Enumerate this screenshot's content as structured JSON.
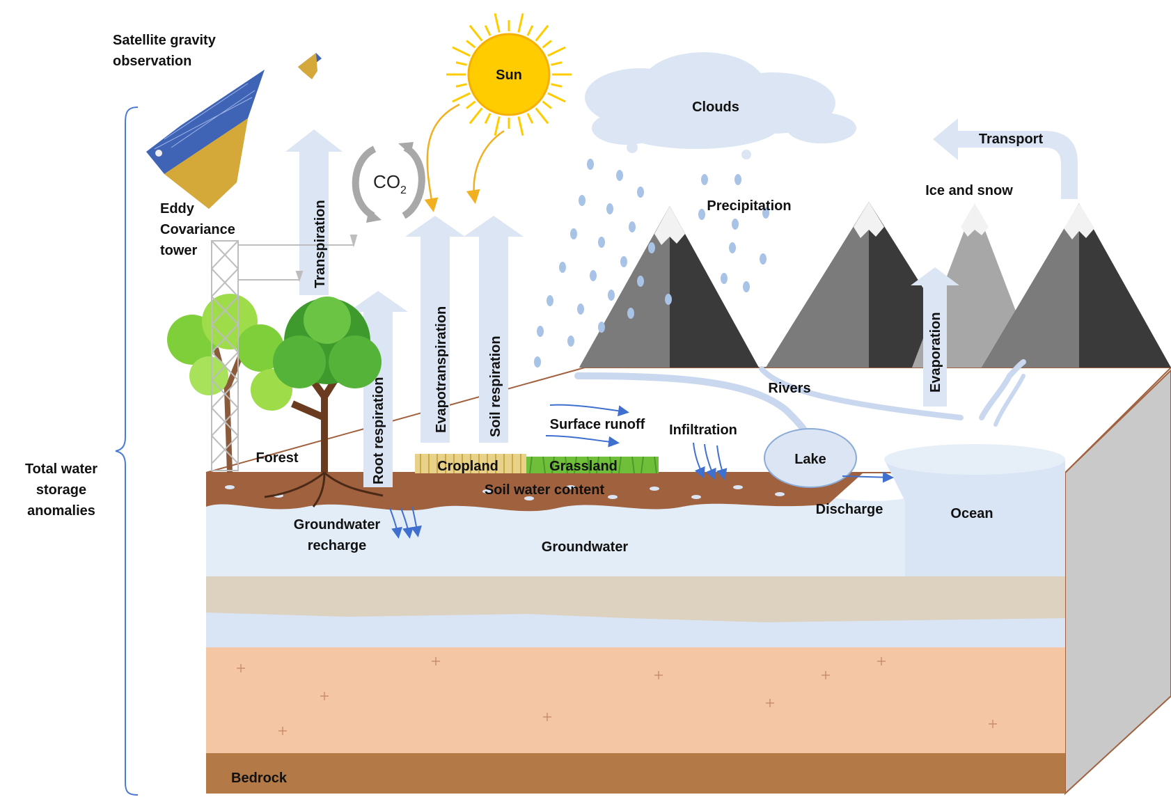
{
  "labels": {
    "satellite_line1": "Satellite gravity",
    "satellite_line2": "observation",
    "sun": "Sun",
    "clouds": "Clouds",
    "transport": "Transport",
    "ice_snow": "Ice and snow",
    "precipitation": "Precipitation",
    "co2_main": "CO",
    "co2_sub": "2",
    "eddy_line1": "Eddy",
    "eddy_line2": "Covariance",
    "eddy_line3": "tower",
    "transpiration": "Transpiration",
    "evapotranspiration": "Evapotranspiration",
    "soil_respiration": "Soil respiration",
    "root_respiration": "Root respiration",
    "evaporation": "Evaporation",
    "rivers": "Rivers",
    "surface_runoff": "Surface runoff",
    "infiltration": "Infiltration",
    "lake": "Lake",
    "forest": "Forest",
    "cropland": "Cropland",
    "grassland": "Grassland",
    "soil_water_content": "Soil water content",
    "discharge": "Discharge",
    "ocean": "Ocean",
    "gw_recharge_line1": "Groundwater",
    "gw_recharge_line2": "recharge",
    "groundwater": "Groundwater",
    "bedrock": "Bedrock",
    "tws_line1": "Total water",
    "tws_line2": "storage",
    "tws_line3": "anomalies"
  },
  "colors": {
    "flow_arrow": "#dbe5f3",
    "sun": "#ffcc00",
    "soil": "#a0613f",
    "groundwater": "#e3edf7",
    "sand": "#ddd1bf",
    "clay": "#f5c6a3",
    "bedrock": "#b37a47",
    "mountain_dark": "#3a3a3a",
    "mountain_light": "#7b7b7b",
    "droplet": "#a9c3e6",
    "blue_arrow": "#3f6fcf"
  },
  "icons": {
    "satellite": "satellite-icon",
    "tower": "tower-icon",
    "co2_cycle": "cycle-arrows-icon",
    "sun": "sun-icon"
  }
}
